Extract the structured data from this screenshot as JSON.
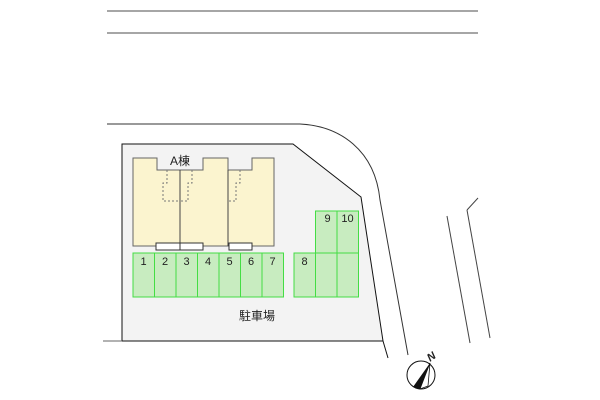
{
  "site_plan": {
    "building": {
      "label": "A棟",
      "fill": "#fbf4cf",
      "stroke": "#666666"
    },
    "parking_area_label": "駐車場",
    "lot_fill": "#f3f3f3",
    "parking_fill": "#c8ecc0",
    "parking_stroke": "#44dd44",
    "spaces_row1": [
      "1",
      "2",
      "3",
      "4",
      "5",
      "6",
      "7"
    ],
    "spaces_row2_label": "8",
    "spaces_upper": [
      "9",
      "10"
    ],
    "compass_label": "N"
  }
}
